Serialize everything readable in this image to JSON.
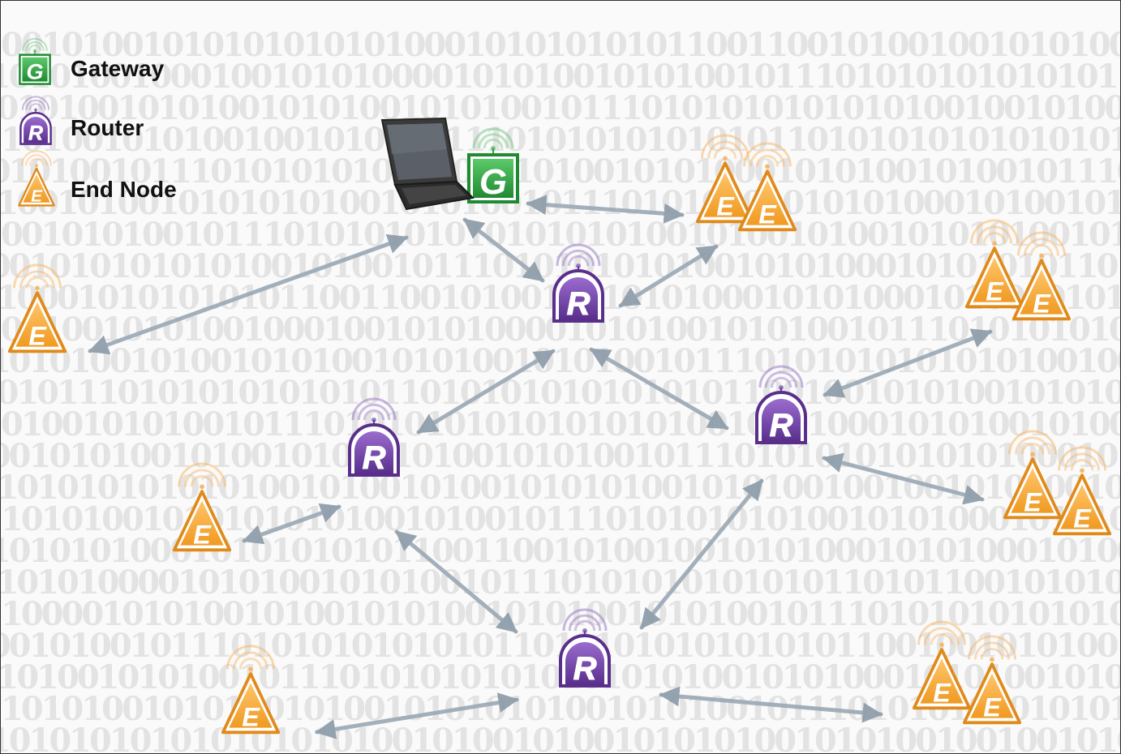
{
  "legend": {
    "gateway": {
      "label": "Gateway",
      "letter": "G",
      "color": "#2e9e3e"
    },
    "router": {
      "label": "Router",
      "letter": "R",
      "color": "#6b3fa0"
    },
    "end_node": {
      "label": "End Node",
      "letter": "E",
      "color": "#f4a23a"
    }
  },
  "device": {
    "type": "laptop",
    "icon": "laptop-icon"
  },
  "background_binary_rows": [
    "001010010101010101010001010101010110011001010010010101000101010",
    "1010110010101001000100101010000101010010101001011101010101010101",
    "0100101000010101001010010101001010100101010010111010101010101010",
    "0101001010100100101001011101010101010101101010101010101011001001",
    "1001010010101001011101010101010101010100101010001010100101001011",
    "0010100101010010101001010010101010100101010010111010101010101010",
    "0100101010010111010101010101010101001010010100101010100101010010",
    "1010010101001010101010100101001011101010101010010101000101010101"
  ],
  "colors": {
    "arrow": "#9aa9b5",
    "background_digits": "#e3e3e3"
  }
}
